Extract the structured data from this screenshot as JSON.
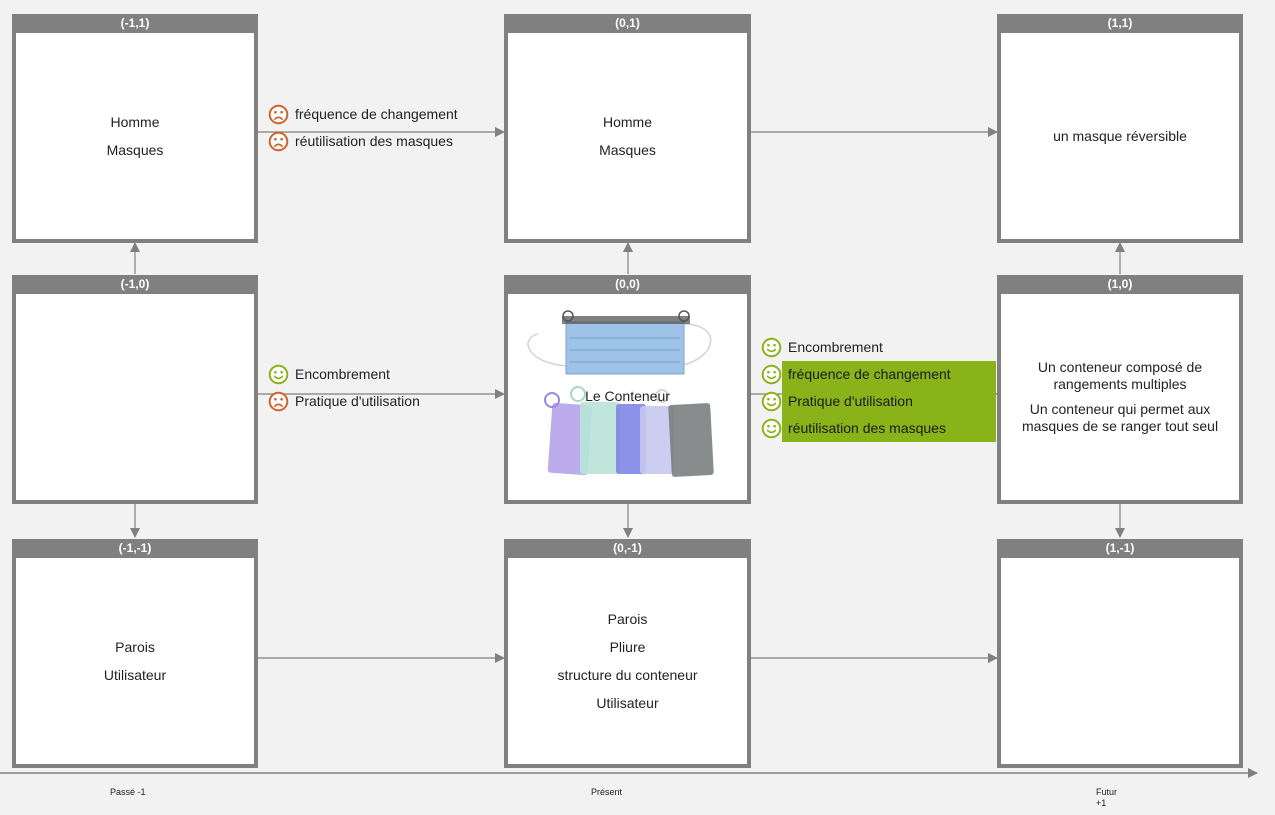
{
  "boxes": {
    "tl": {
      "header": "(-1,1)",
      "lines": [
        "Homme",
        "Masques"
      ]
    },
    "tc": {
      "header": "(0,1)",
      "lines": [
        "Homme",
        "Masques"
      ]
    },
    "tr": {
      "header": "(1,1)",
      "lines": [
        "un masque réversible"
      ]
    },
    "ml": {
      "header": "(-1,0)",
      "lines": []
    },
    "mc": {
      "header": "(0,0)",
      "title": "Le Conteneur"
    },
    "mr": {
      "header": "(1,0)",
      "paras": [
        "Un conteneur composé de rangements multiples",
        "Un conteneur qui permet aux masques de se ranger tout seul"
      ]
    },
    "bl": {
      "header": "(-1,-1)",
      "lines": [
        "Parois",
        "Utilisateur"
      ]
    },
    "bc": {
      "header": "(0,-1)",
      "lines": [
        "Parois",
        "Pliure",
        "structure du conteneur",
        "Utilisateur"
      ]
    },
    "br": {
      "header": "(1,-1)",
      "lines": []
    }
  },
  "labels": {
    "top_left": [
      {
        "text": "fréquence de changement",
        "face": "sad"
      },
      {
        "text": "réutilisation des masques",
        "face": "sad"
      }
    ],
    "mid_left": [
      {
        "text": "Encombrement",
        "face": "happy"
      },
      {
        "text": "Pratique d'utilisation",
        "face": "sad"
      }
    ],
    "mid_right": [
      {
        "text": "Encombrement",
        "face": "happy",
        "highlight": false
      },
      {
        "text": "fréquence de changement",
        "face": "happy",
        "highlight": true
      },
      {
        "text": "Pratique d'utilisation",
        "face": "happy",
        "highlight": true
      },
      {
        "text": "réutilisation des masques",
        "face": "happy",
        "highlight": true
      }
    ]
  },
  "axis": {
    "past": "Passé -1",
    "present": "Présent",
    "future_1": "Futur",
    "future_2": "+1"
  },
  "colors": {
    "box_border": "#808080",
    "sad_face": "#d0632a",
    "happy_face": "#8ab31a",
    "highlight": "#8ab31a",
    "arrow": "#808080"
  }
}
